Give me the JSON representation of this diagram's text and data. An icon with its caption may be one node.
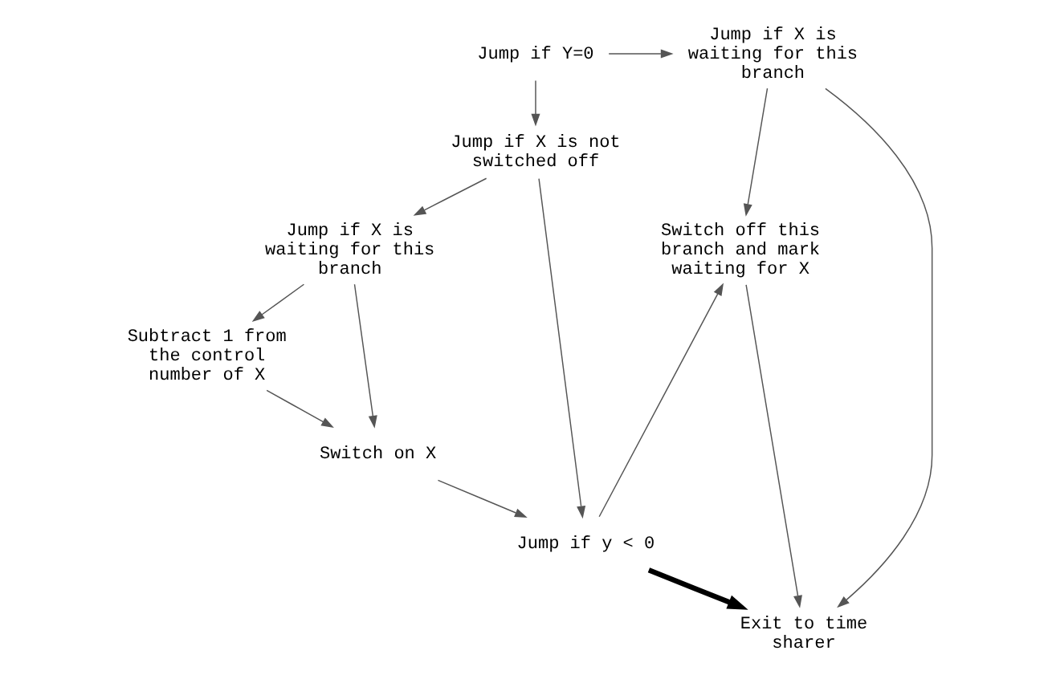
{
  "diagram": {
    "nodes": [
      {
        "text": [
          "Jump if Y=0"
        ]
      },
      {
        "text": [
          "Jump if X is not switched off"
        ]
      },
      {
        "text": [
          "Jump if X is waiting for this branch"
        ]
      },
      {
        "text": [
          "Subtract 1 from the control number of X"
        ]
      },
      {
        "text": [
          "Switch on X"
        ]
      },
      {
        "text": [
          "Jump if y < 0"
        ]
      },
      {
        "text": [
          "Jump if X is waiting for this branch"
        ]
      },
      {
        "text": [
          "Switch off this branch and mark waiting for X"
        ]
      },
      {
        "text": [
          "Exit to time sharer"
        ]
      }
    ],
    "edges": [
      {
        "from": 0,
        "to": 1,
        "arrow": "to"
      },
      {
        "from": 0,
        "to": 6,
        "arrow": "to"
      },
      {
        "from": 1,
        "to": 2,
        "arrow": "to"
      },
      {
        "from": 1,
        "to": 5,
        "arrow": "to"
      },
      {
        "from": 2,
        "to": 3,
        "arrow": "to"
      },
      {
        "from": 2,
        "to": 4,
        "arrow": "to"
      },
      {
        "from": 3,
        "to": 4,
        "arrow": "to"
      },
      {
        "from": 4,
        "to": 5,
        "arrow": "to"
      },
      {
        "from": 5,
        "to": 8,
        "arrow": "to",
        "style": "thick"
      },
      {
        "from": 5,
        "to": 7,
        "arrow": "to"
      },
      {
        "from": 6,
        "to": 7,
        "arrow": "to"
      },
      {
        "from": 6,
        "to": 8,
        "arrow": "to"
      },
      {
        "from": 7,
        "to": 8,
        "arrow": "to"
      }
    ]
  }
}
